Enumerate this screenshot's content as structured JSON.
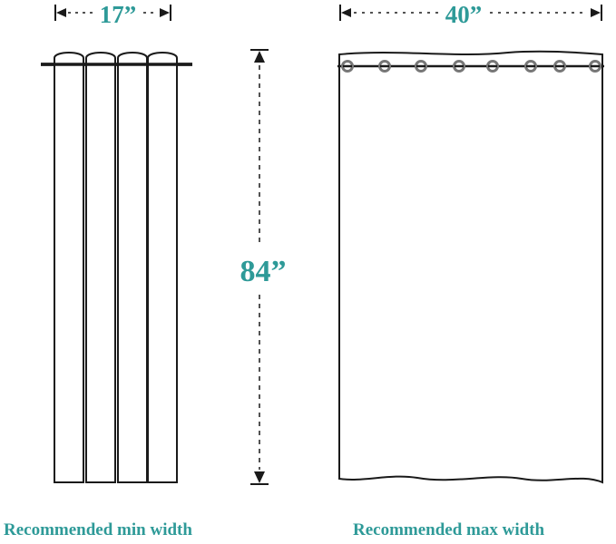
{
  "dimensions": {
    "min_panel_width": "17”",
    "max_panel_width": "40”",
    "length": "84”"
  },
  "captions": {
    "min": "Recommended min width",
    "max": "Recommended max width"
  },
  "colors": {
    "accent": "#2e9a98",
    "line": "#1a1a1a",
    "grommet": "#777777"
  }
}
